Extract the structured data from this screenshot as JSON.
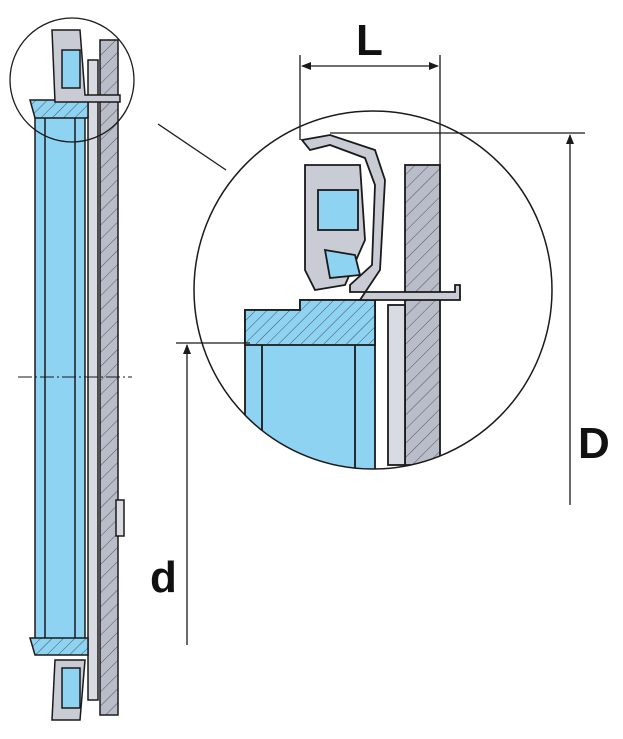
{
  "labels": {
    "length": "L",
    "outer_diameter": "D",
    "inner_diameter": "d"
  },
  "colors": {
    "part_blue": "#8fd3f2",
    "plate_grey": "#b9bdc9",
    "seal_grey": "#c9ccd4",
    "line": "#1a1a1a"
  }
}
